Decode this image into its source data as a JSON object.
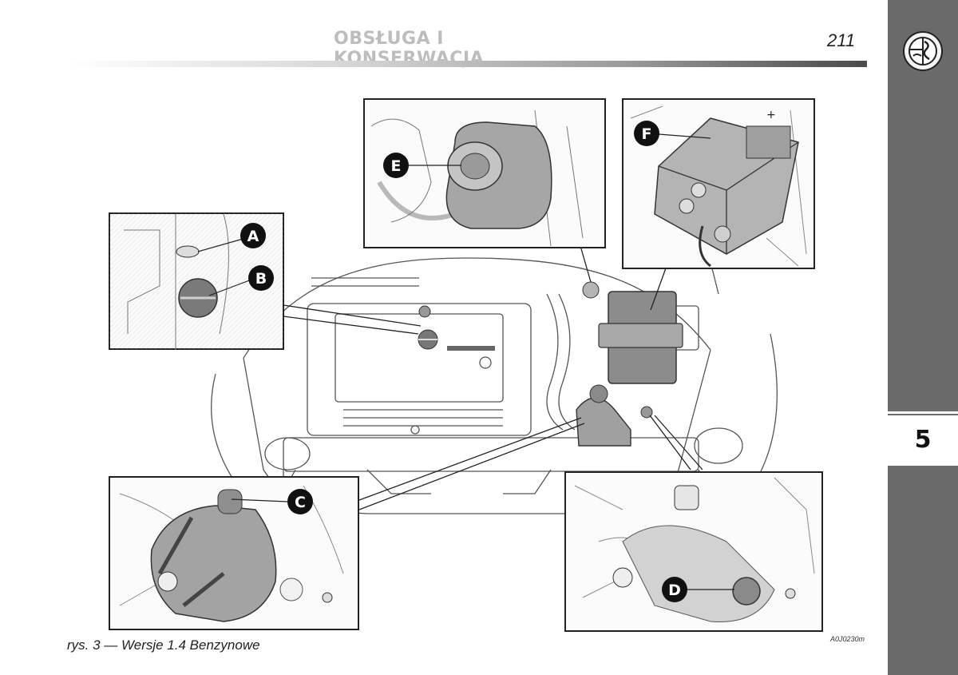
{
  "header": {
    "title": "OBSŁUGA I KONSERWACJA",
    "page_number": "211"
  },
  "sidebar": {
    "chapter_number": "5",
    "logo": "alfa-romeo-emblem"
  },
  "figure": {
    "callouts": {
      "a": "A",
      "b": "B",
      "c": "C",
      "d": "D",
      "e": "E",
      "f": "F"
    },
    "caption": "rys. 3 — Wersje 1.4 Benzynowe",
    "code": "A0J0230m"
  }
}
